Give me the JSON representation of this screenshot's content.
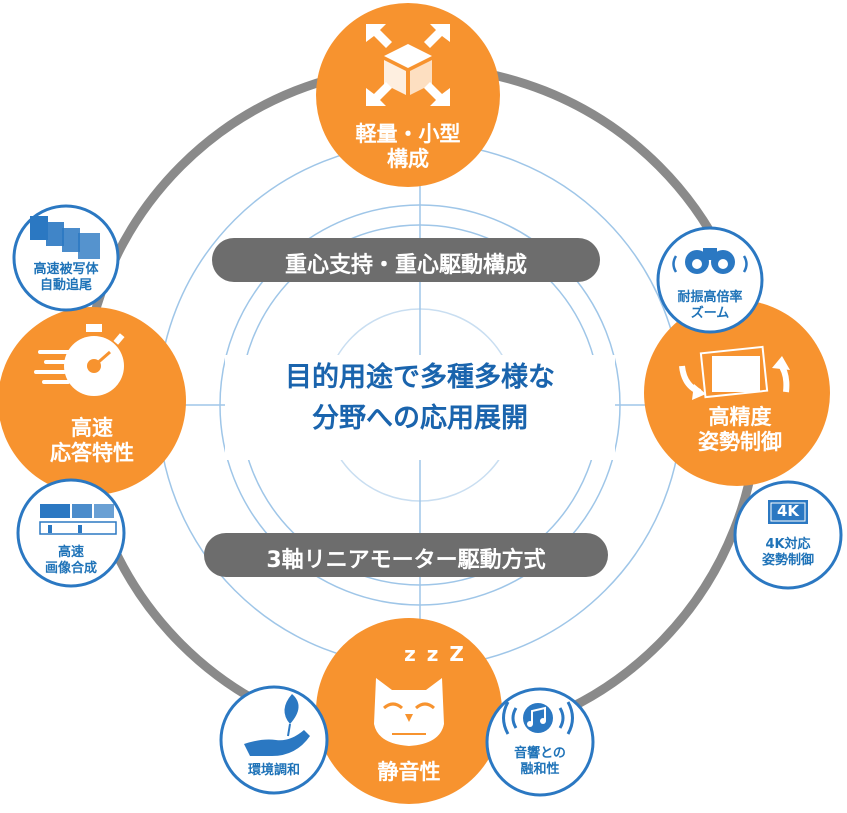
{
  "colors": {
    "orange": "#f7932f",
    "blue": "#2b78c2",
    "gray_ring": "#8a8a8a",
    "gray_pill": "#6d6d6d",
    "inner_ring": "#9fc6e8",
    "center_text": "#1a64ad"
  },
  "center": {
    "line1": "目的用途で多種多様な",
    "line2": "分野への応用展開"
  },
  "pills": {
    "top": "重心支持・重心駆動構成",
    "bottom": "3軸リニアモーター駆動方式"
  },
  "main_features": [
    {
      "id": "compact",
      "line1": "軽量・小型",
      "line2": "構成",
      "icon": "compress-box-icon"
    },
    {
      "id": "precision",
      "line1": "高精度",
      "line2": "姿勢制御",
      "icon": "rotate-frames-icon"
    },
    {
      "id": "quiet",
      "line1": "静音性",
      "line2": "",
      "icon": "sleeping-owl-icon",
      "zzz": "z z Z"
    },
    {
      "id": "response",
      "line1": "高速",
      "line2": "応答特性",
      "icon": "stopwatch-icon"
    }
  ],
  "sub_features": [
    {
      "id": "tracking",
      "line1": "高速被写体",
      "line2": "自動追尾",
      "icon": "film-strip-icon"
    },
    {
      "id": "zoom",
      "line1": "耐振高倍率",
      "line2": "ズーム",
      "icon": "binoculars-icon"
    },
    {
      "id": "4k",
      "line1": "4K対応",
      "line2": "姿勢制御",
      "icon": "4k-badge-icon",
      "badge": "4K"
    },
    {
      "id": "sound",
      "line1": "音響との",
      "line2": "融和性",
      "icon": "music-note-icon"
    },
    {
      "id": "eco",
      "line1": "環境調和",
      "line2": "",
      "icon": "leaf-hand-icon"
    },
    {
      "id": "composite",
      "line1": "高速",
      "line2": "画像合成",
      "icon": "panorama-icon"
    }
  ]
}
